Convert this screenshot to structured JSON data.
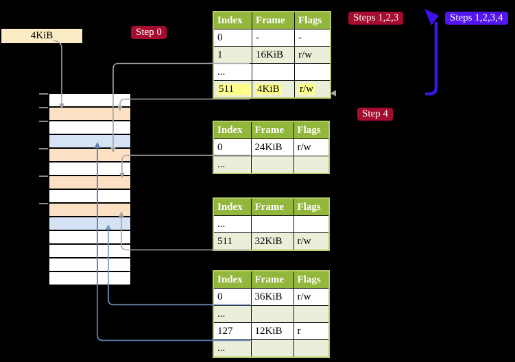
{
  "memory_label": "4KiB",
  "badges": {
    "step0": "Step 0",
    "steps123": "Steps 1,2,3",
    "steps1234": "Steps 1,2,3,4",
    "step4": "Step 4"
  },
  "colors": {
    "badge_red": "#a50c2f",
    "badge_blue": "#5316ef",
    "table_header": "#93b73c",
    "table_border": "#b5cb63",
    "table_row_shade": "#e9efd9",
    "frame_page_table": "#fce1c4",
    "frame_mapped_page": "#d6e3f4",
    "label_box": "#fbecc5",
    "highlight": "#ffff8c",
    "connector_gray": "#a7a7a7",
    "connector_blue": "#7b97c6",
    "connector_blue_dark": "#5f80b8",
    "big_arrow_blue": "#4012ee"
  },
  "tables": [
    {
      "name": "page-table-level-1",
      "headers": [
        "Index",
        "Frame",
        "Flags"
      ],
      "rows": [
        {
          "cells": [
            "0",
            "-",
            "-"
          ],
          "shaded": false,
          "highlight": false
        },
        {
          "cells": [
            "1",
            "16KiB",
            "r/w"
          ],
          "shaded": true,
          "highlight": false
        },
        {
          "cells": [
            "...",
            "",
            ""
          ],
          "shaded": false,
          "highlight": false
        },
        {
          "cells": [
            "511",
            "4KiB",
            "r/w"
          ],
          "shaded": true,
          "highlight": true
        }
      ]
    },
    {
      "name": "page-table-level-2",
      "headers": [
        "Index",
        "Frame",
        "Flags"
      ],
      "rows": [
        {
          "cells": [
            "0",
            "24KiB",
            "r/w"
          ],
          "shaded": false,
          "highlight": false
        },
        {
          "cells": [
            "...",
            "",
            ""
          ],
          "shaded": true,
          "highlight": false
        }
      ]
    },
    {
      "name": "page-table-level-3",
      "headers": [
        "Index",
        "Frame",
        "Flags"
      ],
      "rows": [
        {
          "cells": [
            "...",
            "",
            ""
          ],
          "shaded": false,
          "highlight": false
        },
        {
          "cells": [
            "511",
            "32KiB",
            "r/w"
          ],
          "shaded": true,
          "highlight": false
        }
      ]
    },
    {
      "name": "page-table-level-4",
      "headers": [
        "Index",
        "Frame",
        "Flags"
      ],
      "rows": [
        {
          "cells": [
            "0",
            "36KiB",
            "r/w"
          ],
          "shaded": false,
          "highlight": false
        },
        {
          "cells": [
            "...",
            "",
            ""
          ],
          "shaded": true,
          "highlight": false
        },
        {
          "cells": [
            "127",
            "12KiB",
            "r"
          ],
          "shaded": false,
          "highlight": false
        },
        {
          "cells": [
            "...",
            "",
            ""
          ],
          "shaded": true,
          "highlight": false
        }
      ]
    }
  ],
  "memory_strip": {
    "frame_size": "4KiB",
    "rows": [
      {
        "kind": "free"
      },
      {
        "kind": "page_table"
      },
      {
        "kind": "free"
      },
      {
        "kind": "mapped_page"
      },
      {
        "kind": "page_table"
      },
      {
        "kind": "free"
      },
      {
        "kind": "page_table"
      },
      {
        "kind": "free"
      },
      {
        "kind": "page_table"
      },
      {
        "kind": "mapped_page"
      },
      {
        "kind": "free"
      },
      {
        "kind": "free"
      },
      {
        "kind": "free"
      },
      {
        "kind": "free"
      }
    ]
  }
}
